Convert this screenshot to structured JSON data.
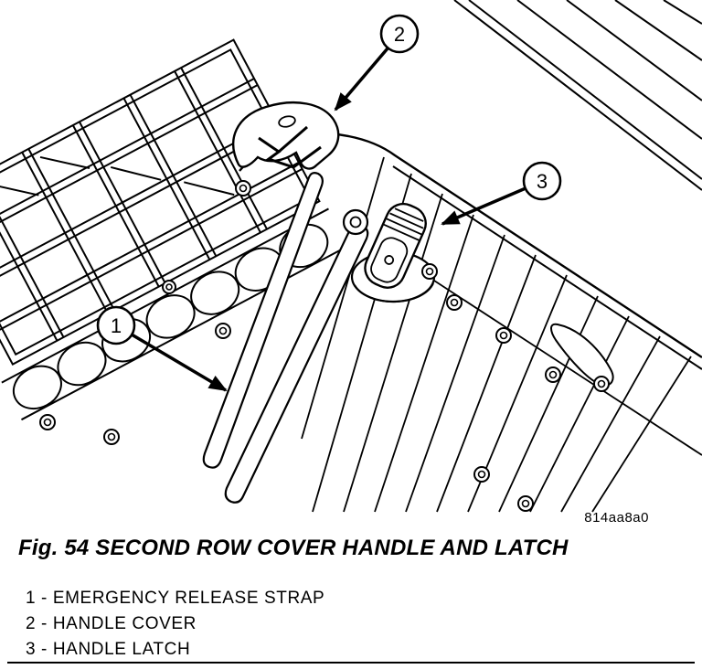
{
  "figure": {
    "caption": "Fig. 54 SECOND ROW COVER HANDLE AND LATCH",
    "image_code": "814aa8a0",
    "callouts": [
      {
        "num": "1"
      },
      {
        "num": "2"
      },
      {
        "num": "3"
      }
    ],
    "legend": [
      {
        "label": "1 - EMERGENCY RELEASE STRAP"
      },
      {
        "label": "2 - HANDLE COVER"
      },
      {
        "label": "3 - HANDLE LATCH"
      }
    ],
    "colors": {
      "ink": "#000000",
      "paper": "#ffffff"
    }
  }
}
